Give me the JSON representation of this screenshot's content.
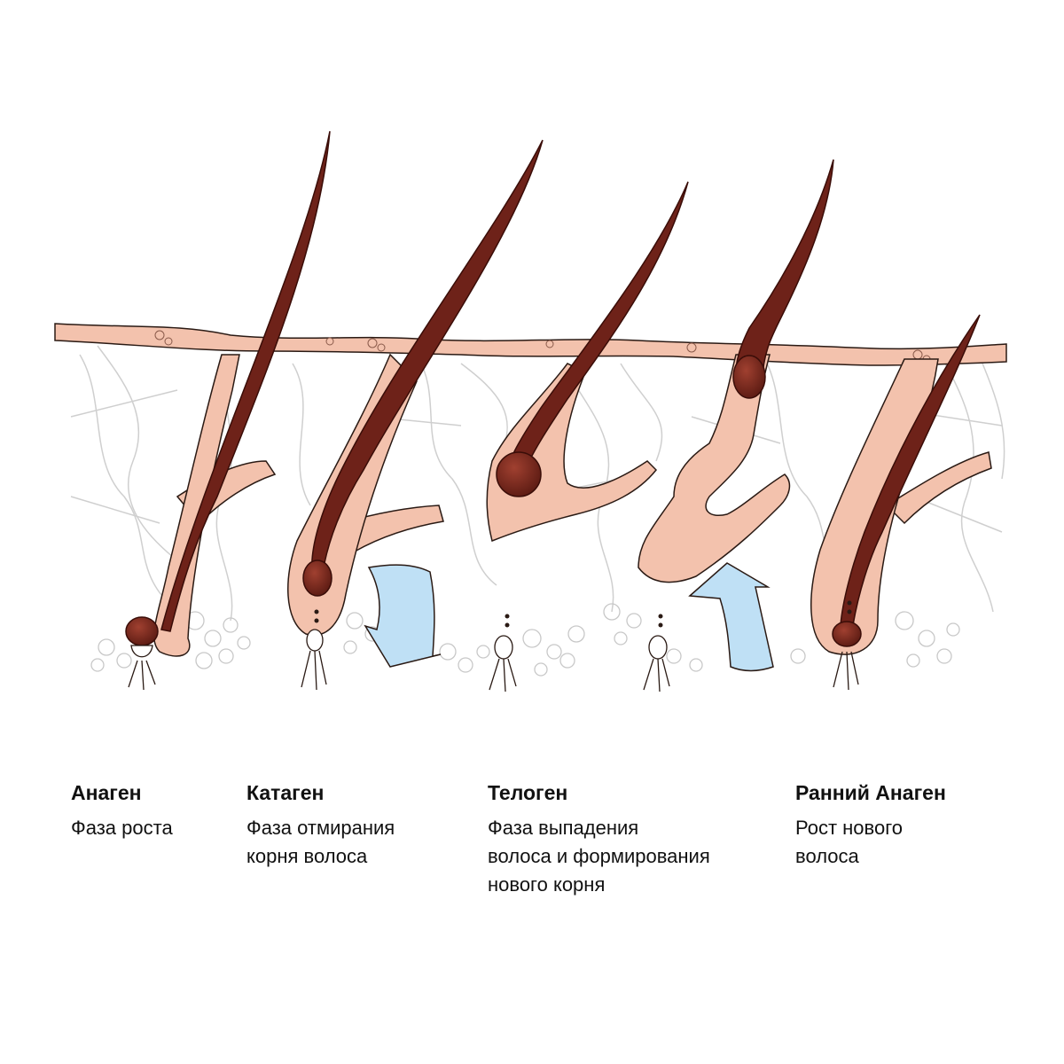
{
  "phases": [
    {
      "title": "Анаген",
      "description": "Фаза роста"
    },
    {
      "title": "Катаген",
      "description": "Фаза отмирания\nкорня волоса"
    },
    {
      "title": "Телоген",
      "description": "Фаза выпадения\nволоса и формирования\nнового корня"
    },
    {
      "title": "Ранний Анаген",
      "description": "Рост нового\nволоса"
    }
  ],
  "colors": {
    "skin": "#f3c2ad",
    "skin_outline": "#2a1a14",
    "hair": "#6e2219",
    "hair_dark": "#3a0d08",
    "arrow": "#bfe0f5",
    "tissue_lines": "#c9c9c9"
  }
}
